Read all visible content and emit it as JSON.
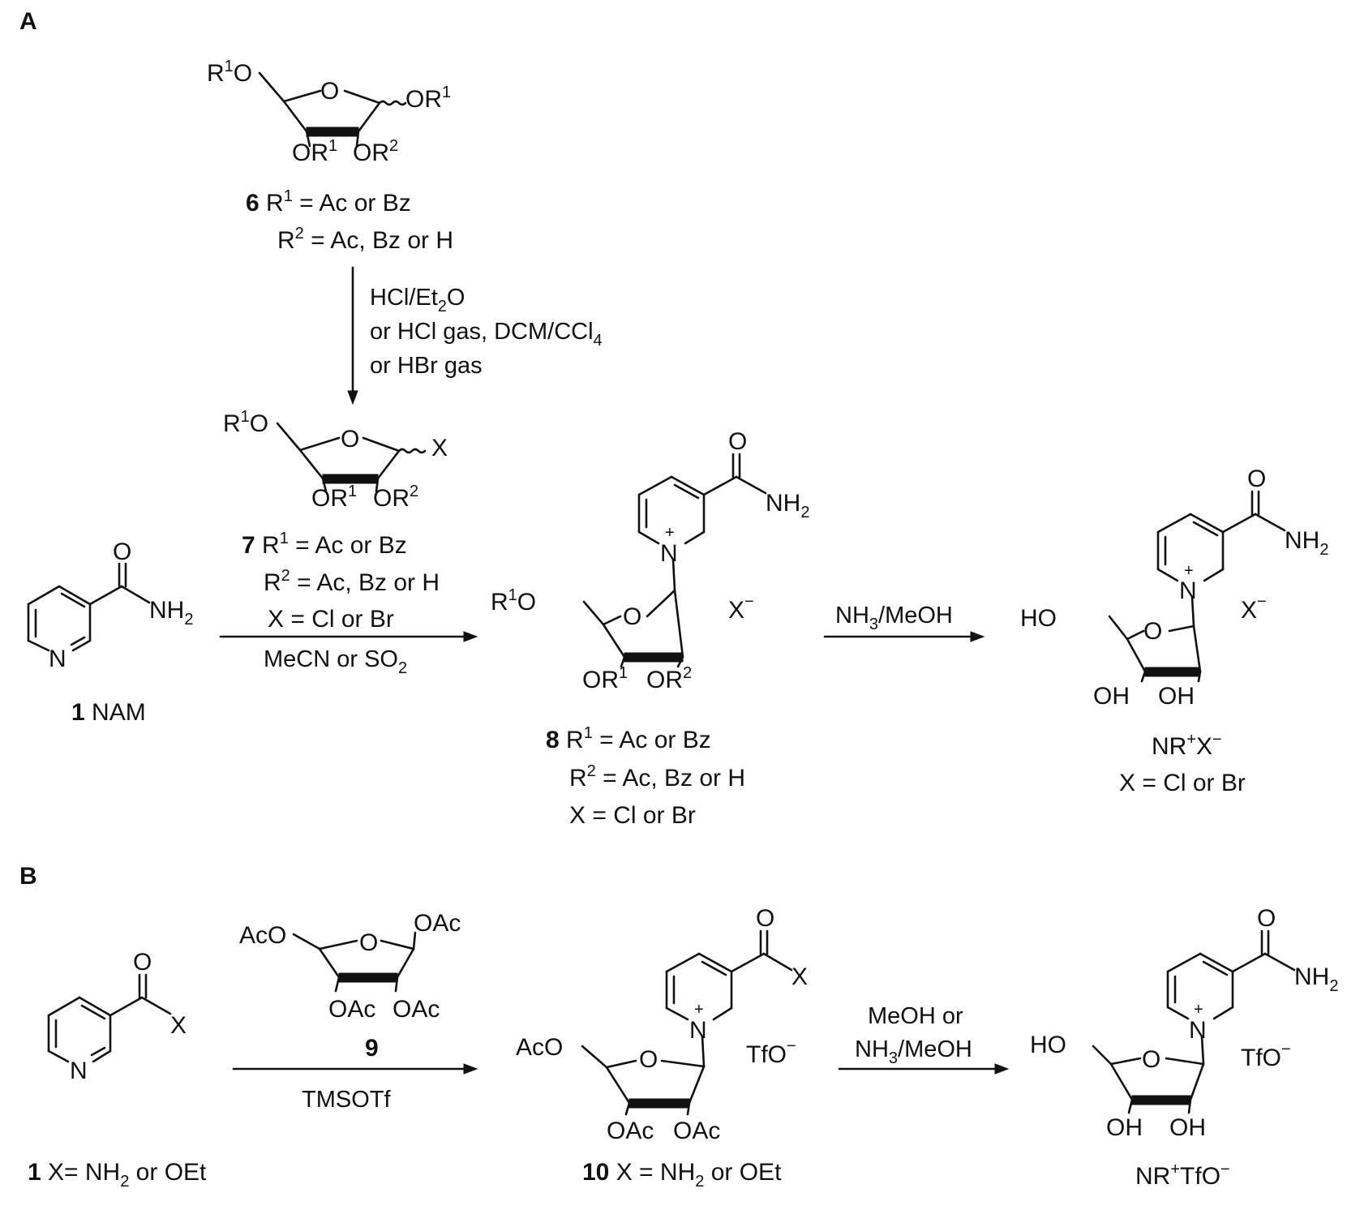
{
  "panels": {
    "a": "A",
    "b": "B"
  },
  "atoms": {
    "O": "O",
    "N": "N",
    "X": "X",
    "plus": "+",
    "minus": "−",
    "R": "R",
    "sup1": "1",
    "sup2": "2",
    "NH2_main": "NH",
    "NH2_sub": "2",
    "OR": "OR",
    "R1O_main": "R",
    "R1O_O": "O",
    "HO": "HO",
    "OH": "OH",
    "AcO": "AcO",
    "OAc": "OAc",
    "TfO": "TfO"
  },
  "panelA": {
    "cmpd6": {
      "num": "6",
      "line1": " R",
      "line1b": " = Ac or Bz",
      "line2": "R",
      "line2b": " = Ac, Bz or H"
    },
    "cond1": {
      "l1a": "HCl/Et",
      "l1sub": "2",
      "l1b": "O",
      "l2a": "or HCl gas, DCM/CCl",
      "l2sub": "4",
      "l3": "or HBr gas"
    },
    "cmpd7": {
      "num": "7",
      "line1b": " = Ac or Bz",
      "line2b": " = Ac, Bz or H",
      "line3": "X = Cl or Br"
    },
    "cond2": {
      "a": "MeCN or SO",
      "sub": "2"
    },
    "cmpd1": {
      "num": "1",
      "name": " NAM"
    },
    "cmpd8": {
      "num": "8",
      "line1b": " = Ac or Bz",
      "line2b": " = Ac, Bz or H",
      "line3": "X = Cl or Br"
    },
    "cond3": {
      "a": "NH",
      "sub": "3",
      "b": "/MeOH"
    },
    "product": {
      "a": "NR",
      "b": "X",
      "line2": "X = Cl or Br"
    }
  },
  "panelB": {
    "cmpd1": {
      "num": "1",
      "a": " X= NH",
      "sub": "2",
      "b": " or OEt"
    },
    "cmpd9": {
      "num": "9"
    },
    "cond1": "TMSOTf",
    "cmpd10": {
      "num": "10",
      "a": " X = NH",
      "sub": "2",
      "b": " or OEt"
    },
    "cond2": {
      "l1": "MeOH or",
      "l2a": "NH",
      "l2sub": "3",
      "l2b": "/MeOH"
    },
    "product": {
      "a": "NR",
      "b": "TfO"
    }
  }
}
